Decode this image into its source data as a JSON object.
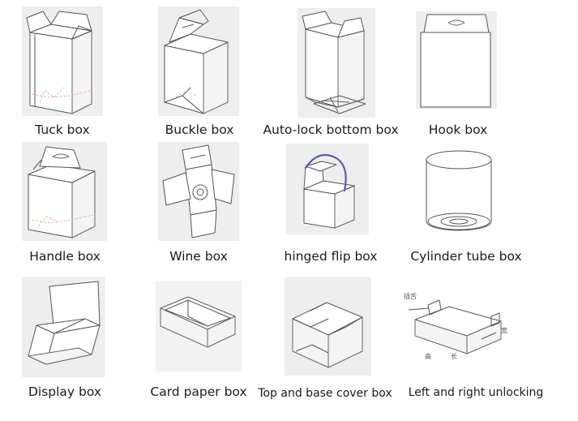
{
  "boxes": [
    {
      "label": "Tuck box",
      "illustration": "tuck-box-illustration"
    },
    {
      "label": "Buckle box",
      "illustration": "buckle-box-illustration"
    },
    {
      "label": "Auto-lock bottom box",
      "illustration": "auto-lock-bottom-box-illustration"
    },
    {
      "label": "Hook box",
      "illustration": "hook-box-illustration"
    },
    {
      "label": "Handle box",
      "illustration": "handle-box-illustration"
    },
    {
      "label": "Wine box",
      "illustration": "wine-box-illustration"
    },
    {
      "label": "hinged flip box",
      "illustration": "hinged-flip-box-illustration"
    },
    {
      "label": "Cylinder tube box",
      "illustration": "cylinder-tube-box-illustration"
    },
    {
      "label": "Display box",
      "illustration": "display-box-illustration"
    },
    {
      "label": "Card paper box",
      "illustration": "card-paper-box-illustration"
    },
    {
      "label": "Top and base cover box",
      "illustration": "top-and-base-cover-box-illustration"
    },
    {
      "label": "Left and right unlocking",
      "illustration": "left-and-right-unlocking-illustration"
    }
  ],
  "annotations": {
    "label_a": "插舌",
    "label_b": "宽",
    "label_c": "高",
    "label_d": "长"
  }
}
